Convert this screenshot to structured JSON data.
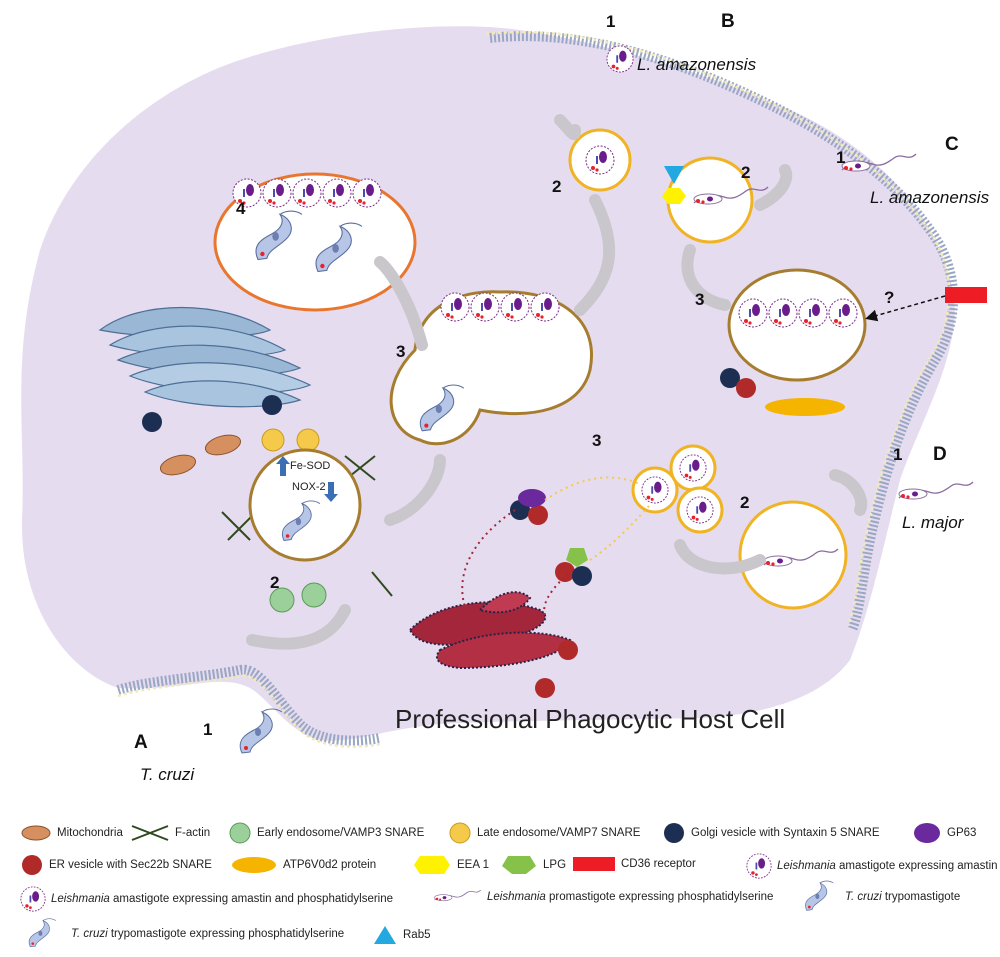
{
  "figure": {
    "title": "Professional Phagocytic Host Cell",
    "panels": {
      "a": "A",
      "b": "B",
      "c": "C",
      "d": "D"
    },
    "steps": {
      "a1": "1",
      "a2": "2",
      "a3": "3",
      "a4": "4",
      "b1": "1",
      "b2": "2",
      "b3": "3",
      "c1": "1",
      "c2": "2",
      "c3": "3",
      "d1": "1",
      "d2": "2"
    },
    "species": {
      "b": "L. amazonensis",
      "c": "L. amazonensis",
      "d": "L. major",
      "a": "T. cruzi"
    },
    "fe_sod": "Fe-SOD",
    "nox2": "NOX-2",
    "question": "?",
    "colors": {
      "cell": "#e6dcef",
      "vacuole_gold": "#f0b323",
      "vacuole_brown": "#a67c2e",
      "vacuole_orange": "#e8762f"
    }
  },
  "legend": {
    "mitochondria": "Mitochondria",
    "factin": "F-actin",
    "early_endosome": "Early endosome/VAMP3 SNARE",
    "late_endosome": "Late endosome/VAMP7 SNARE",
    "golgi_vesicle": "Golgi vesicle with Syntaxin 5 SNARE",
    "gp63": "GP63",
    "er_vesicle": "ER vesicle with Sec22b SNARE",
    "atp6v0d2": "ATP6V0d2 protein",
    "eea1": "EEA 1",
    "lpg": "LPG",
    "cd36": "CD36 receptor",
    "amastigote_amastin_genus": "Leishmania",
    "amastigote_amastin_rest": " amastigote expressing amastin",
    "amastigote_ps_genus": "Leishmania",
    "amastigote_ps_rest": " amastigote expressing amastin and phosphatidylserine",
    "promastigote_ps_genus": "Leishmania",
    "promastigote_ps_rest": " promastigote expressing phosphatidylserine",
    "trypo_genus": "T. cruzi",
    "trypo_rest": " trypomastigote",
    "trypo_ps_genus": "T. cruzi",
    "trypo_ps_rest": " trypomastigote expressing phosphatidylserine",
    "rab5": "Rab5"
  }
}
